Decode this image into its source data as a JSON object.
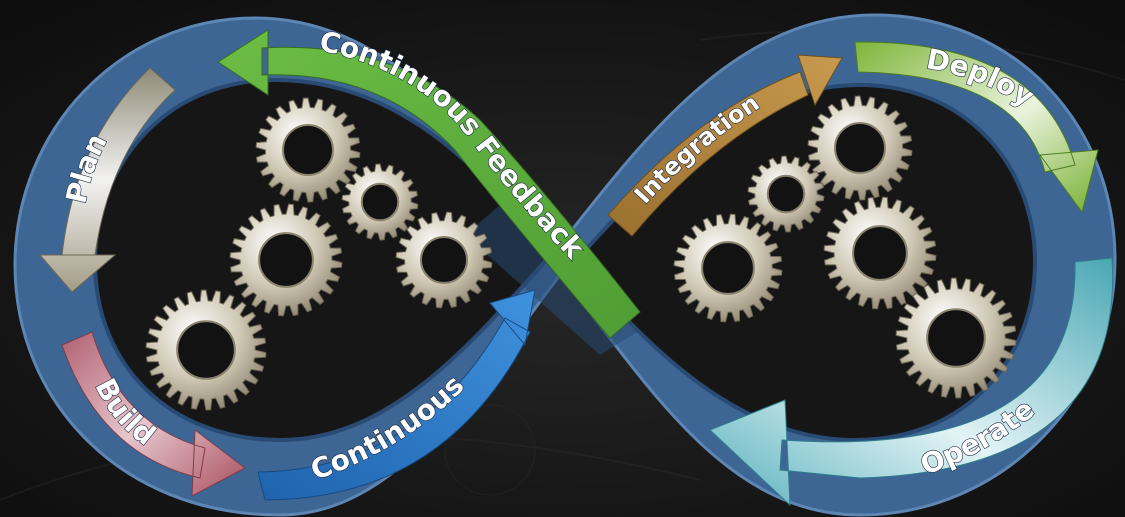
{
  "diagram": {
    "stages": {
      "plan": "Plan",
      "build": "Build",
      "continuous": "Continuous",
      "integration": "Integration",
      "deploy": "Deploy",
      "operate": "Operate",
      "continuous_feedback": "Continuous Feedback"
    },
    "colors": {
      "background": "#161616",
      "loop": "#3e6694",
      "loop_dark": "#284a73",
      "plan": "#a39c86",
      "build": "#b06070",
      "continuous": "#2f7bc4",
      "integration": "#b58a40",
      "deploy": "#86b83c",
      "operate": "#5fb5c2",
      "feedback": "#58a83a",
      "gear": "#d6d0bf"
    }
  }
}
